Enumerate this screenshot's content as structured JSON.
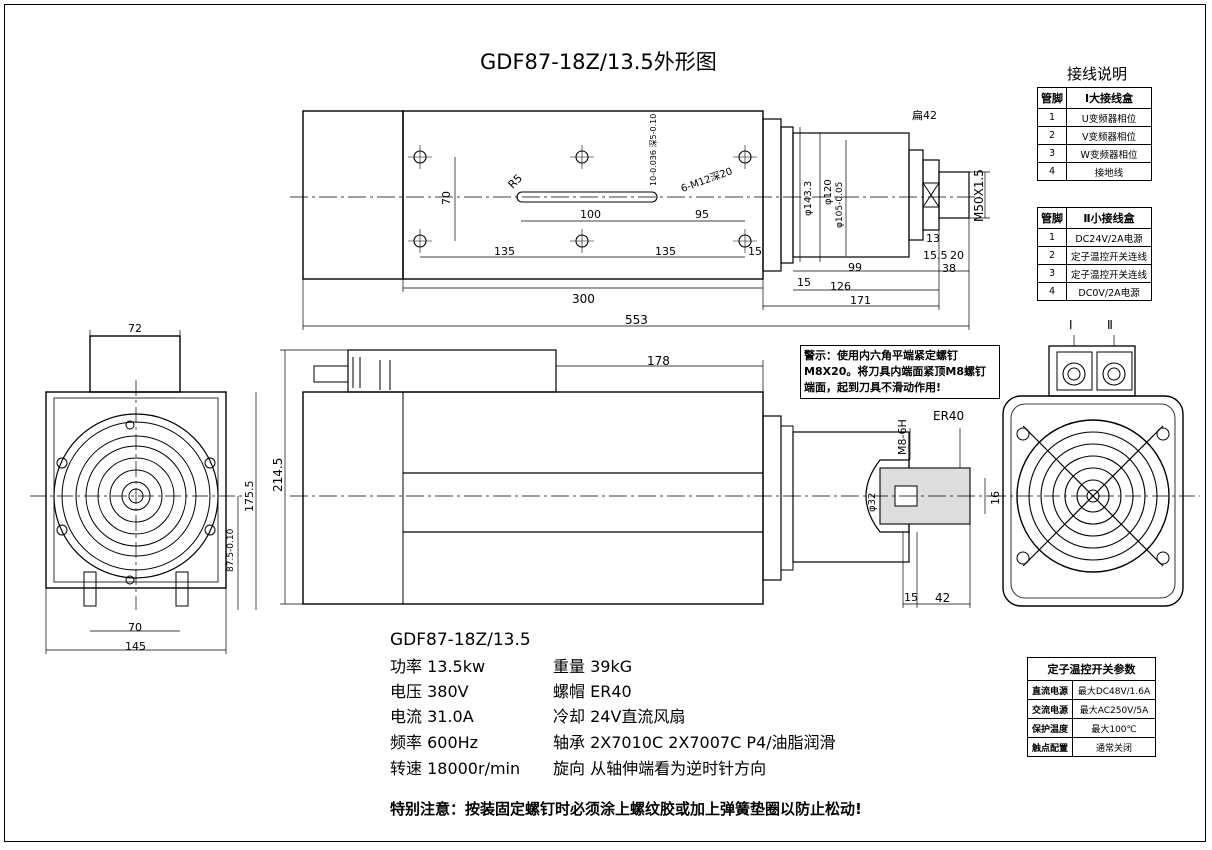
{
  "title": "GDF87-18Z/13.5外形图",
  "specs": {
    "model": "GDF87-18Z/13.5",
    "left": [
      "功率 13.5kw",
      "电压 380V",
      "电流 31.0A",
      "频率 600Hz",
      "转速 18000r/min"
    ],
    "right": [
      "重量 39kG",
      "螺帽 ER40",
      "冷却 24V直流风扇",
      "轴承 2X7010C 2X7007C P4/油脂润滑",
      "旋向 从轴伸端看为逆时针方向"
    ]
  },
  "note": "特别注意：按装固定螺钉时必须涂上螺纹胶或加上弹簧垫圈以防止松动!",
  "warning": "警示：使用内六角平端紧定螺钉M8X20。将刀具内端面紧顶M8螺钉端面，起到刀具不滑动作用!",
  "wiring": {
    "caption": "接线说明",
    "col_pin": "管脚",
    "box1": {
      "header": "Ⅰ大接线盒",
      "rows": [
        {
          "n": "1",
          "d": "U变频器相位"
        },
        {
          "n": "2",
          "d": "V变频器相位"
        },
        {
          "n": "3",
          "d": "W变频器相位"
        },
        {
          "n": "4",
          "d": "接地线"
        }
      ]
    },
    "box2": {
      "header": "Ⅱ小接线盒",
      "rows": [
        {
          "n": "1",
          "d": "DC24V/2A电源"
        },
        {
          "n": "2",
          "d": "定子温控开关连线"
        },
        {
          "n": "3",
          "d": "定子温控开关连线"
        },
        {
          "n": "4",
          "d": "DC0V/2A电源"
        }
      ]
    }
  },
  "thermo": {
    "caption": "定子温控开关参数",
    "rows": [
      {
        "k": "直流电源",
        "v": "最大DC48V/1.6A"
      },
      {
        "k": "交流电源",
        "v": "最大AC250V/5A"
      },
      {
        "k": "保护温度",
        "v": "最大100℃"
      },
      {
        "k": "触点配置",
        "v": "通常关闭"
      }
    ]
  },
  "dims": {
    "top_slot": "100",
    "top_95": "95",
    "top_135a": "135",
    "top_135b": "135",
    "top_15": "15",
    "top_300": "300",
    "top_553": "553",
    "top_171": "171",
    "top_126": "126",
    "top_99": "99",
    "top_15b": "15",
    "top_38": "38",
    "top_13": "13",
    "top_155": "15.5",
    "top_20": "20",
    "top_70": "70",
    "r5": "R5",
    "thread": "6-M12深20",
    "flat": "扁42",
    "d1433": "φ143.3",
    "d120": "φ120",
    "d105": "φ105-0.05",
    "m50": "M50X1.5",
    "tol": "10-0.036 深5-0.10",
    "front_72": "72",
    "front_70": "70",
    "front_145": "145",
    "front_175": "175.5",
    "front_875": "87.5-0.10",
    "side_178": "178",
    "side_2145": "214.5",
    "side_m8": "M8-6H",
    "side_er40": "ER40",
    "side_d32": "φ32",
    "side_16": "16",
    "side_15": "15",
    "side_42": "42",
    "label_I": "Ⅰ",
    "label_II": "Ⅱ"
  }
}
